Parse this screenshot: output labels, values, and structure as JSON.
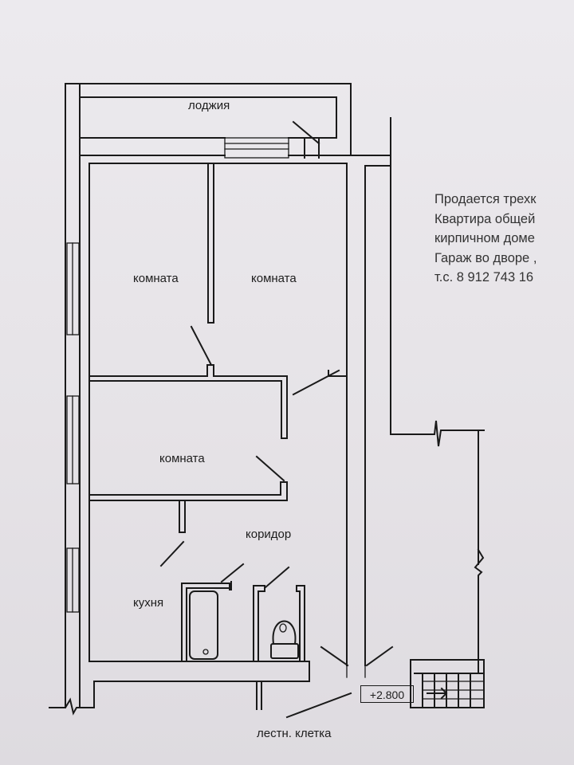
{
  "labels": {
    "loggia": "лоджия",
    "room_1": "комната",
    "room_2": "комната",
    "room_3": "комната",
    "corridor": "коридор",
    "kitchen": "кухня",
    "stairwell": "лестн. клетка",
    "level_mark": "+2.800"
  },
  "advert_lines": [
    "Продается трехк",
    "Квартира общей",
    "кирпичном доме",
    "Гараж во дворе ,",
    "т.с. 8 912 743 16"
  ],
  "colors": {
    "paper": "#e7e4e8",
    "ink": "#1a1a1a",
    "advert_text": "#333333"
  }
}
